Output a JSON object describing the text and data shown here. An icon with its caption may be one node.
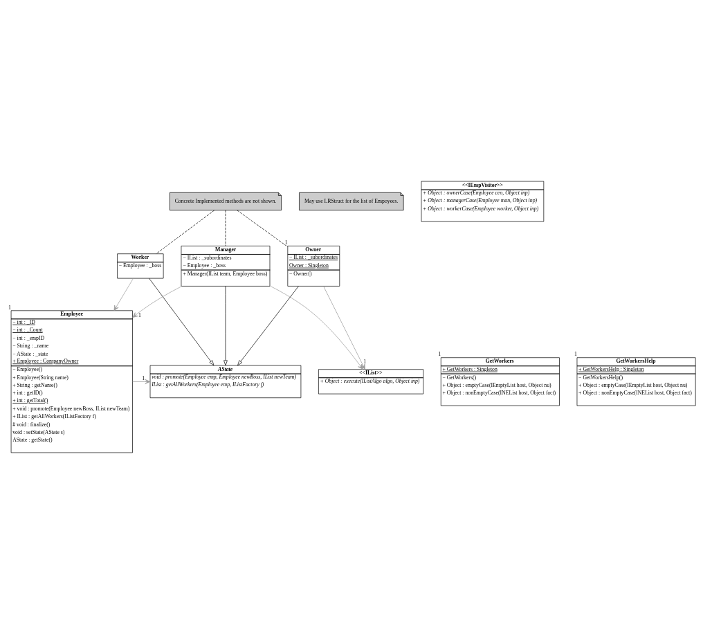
{
  "diagram": {
    "nodes": [
      {
        "text": [
          "Employee",
          "− int : _ID",
          "− int : _Count",
          "− int : _empID",
          "− String : _name",
          "− AState : _state",
          "+ Employee : CompanyOwner",
          "− Employee()",
          "+ Employee(String name)",
          "+ String : getName()",
          "+ int : getID()",
          "+ int : getTotal()",
          "+ void : promote(Employee newBoss, IList newTeam)",
          "+ IList : getAllWorkers(IListFactory f)",
          "# void : finalize()",
          "void : setState(AState s)",
          "AState : getState()"
        ],
        "beside": [
          "1"
        ]
      },
      {
        "text": [
          "AState",
          "void : promote(Employee emp, Employee newBoss, IList newTeam)",
          "IList : getAllWorkers(Employee emp, IListFactory f)"
        ]
      },
      {
        "text": [
          "May use LRStruct for the list of Empoyees."
        ]
      },
      {
        "text": [
          "<<IEmpVisitor>>",
          "+ Object : ownerCase(Employee ceo, Object inp)",
          "+ Object : managerCase(Employee man, Object inp)",
          "+ Object : workerCase(Employee worker, Object inp)"
        ]
      },
      {
        "text": [
          "Worker",
          "− Employee : _boss"
        ]
      },
      {
        "text": [
          "Manager",
          "− IList : _subordinates",
          "− Employee : _boss",
          "+ Manager(IList team, Employee boss)"
        ]
      },
      {
        "text": [
          "Concrete Implemented methods are not shown."
        ]
      },
      {
        "text": [
          "Owner",
          "− IList : _subordinates",
          "Owner : Singleton",
          "− Owner()"
        ],
        "beside": [
          "1"
        ]
      },
      {
        "text": [
          "GetWorkers",
          "+ GetWorkers : Singleton",
          "− GetWorkers()",
          "+ Object : emptyCase(IEmptyList host, Object nu)",
          "+ Object : nonEmptyCase(INEList host, Object fact)"
        ],
        "beside": [
          "1"
        ]
      },
      {
        "text": [
          "GetWorkersHelp",
          "+ GetWorkersHelp : Singleton",
          "− GetWorkersHelp()",
          "+ Object : emptyCase(IEmptyList host, Object nu)",
          "+ Object : nonEmptyCase(INEList host, Object fact)"
        ],
        "beside": [
          "1"
        ]
      },
      {
        "text": [
          "<<IList>>",
          "+ Object : execute(IListAlgo algo, Object inp)"
        ]
      }
    ],
    "edges": [
      {
        "from": 0,
        "to": 1,
        "arrow": "to",
        "label": "1",
        "color": "#999999"
      },
      {
        "from": 4,
        "to": 1,
        "arrow": "to"
      },
      {
        "from": 5,
        "to": 1,
        "arrow": "to"
      },
      {
        "from": 7,
        "to": 1,
        "arrow": "to"
      },
      {
        "from": 4,
        "to": 0,
        "arrow": "to",
        "color": "#999999"
      },
      {
        "from": 5,
        "to": 0,
        "arrow": "to",
        "label": "1",
        "color": "#999999"
      },
      {
        "from": 6,
        "to": 4,
        "arrow": "none",
        "style": "dashed"
      },
      {
        "from": 6,
        "to": 5,
        "arrow": "none",
        "style": "dashed"
      },
      {
        "from": 6,
        "to": 7,
        "arrow": "none",
        "style": "dashed"
      },
      {
        "from": 5,
        "to": 10,
        "arrow": "to",
        "color": "#999999"
      },
      {
        "from": 7,
        "to": 10,
        "arrow": "to",
        "label": "1",
        "color": "#999999"
      }
    ]
  }
}
